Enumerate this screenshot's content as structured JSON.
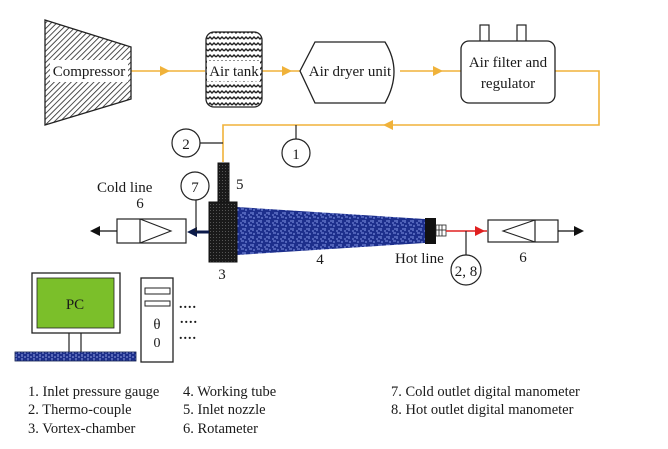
{
  "colors": {
    "air_line": "#f0b23a",
    "hot_line": "#e02020",
    "cold_line": "#0b1a4a",
    "tube_fill": "#1d2f8c",
    "pc_screen": "#7bbf2a",
    "stroke": "#222222"
  },
  "components": {
    "compressor": "Compressor",
    "air_tank": "Air tank",
    "air_dryer": "Air dryer unit",
    "air_filter_line1": "Air filter and",
    "air_filter_line2": "regulator",
    "pc": "PC",
    "cold_line": "Cold line",
    "hot_line": "Hot line"
  },
  "markers": {
    "gauge_1": "1",
    "gauge_2": "2",
    "gauge_7": "7",
    "gauge_2_8": "2, 8",
    "label_3": "3",
    "label_4": "4",
    "label_5": "5",
    "label_6_cold": "6",
    "label_6_hot": "6"
  },
  "pc_tower": {
    "dots": [
      "....",
      "....",
      "...."
    ],
    "glyph_1": "θ",
    "glyph_2": "0"
  },
  "legend": [
    "1. Inlet pressure gauge",
    "2. Thermo-couple",
    "3. Vortex-chamber",
    "4. Working tube",
    "5. Inlet nozzle",
    "6. Rotameter",
    "7. Cold outlet digital manometer",
    "8. Hot outlet digital manometer"
  ]
}
